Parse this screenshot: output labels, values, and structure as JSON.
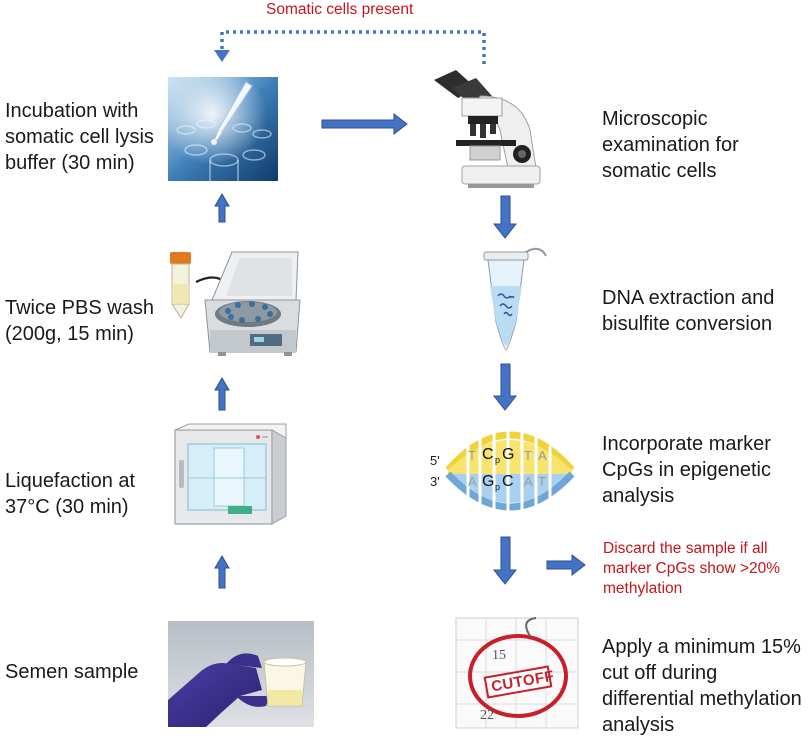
{
  "feedback_label": "Somatic cells present",
  "steps": {
    "incubation": "Incubation with\nsomatic cell lysis\nbuffer (30 min)",
    "pbs_wash": "Twice PBS wash\n(200g, 15 min)",
    "liquefaction": "Liquefaction at\n37°C (30 min)",
    "semen": "Semen sample",
    "microscopic": "Microscopic\nexamination for\nsomatic cells",
    "dna": "DNA extraction and\nbisulfite conversion",
    "cpg": "Incorporate marker\nCpGs in epigenetic\nanalysis",
    "discard": "Discard the sample if all\nmarker CpGs show >20%\nmethylation",
    "cutoff": "Apply a minimum 15%\ncut off during\ndifferential methylation\nanalysis"
  },
  "dna_strand": {
    "five_prime": "5'",
    "three_prime": "3'",
    "top_letters": [
      "T",
      "C",
      "p",
      "G",
      "T",
      "A"
    ],
    "bottom_letters": [
      "A",
      "G",
      "p",
      "C",
      "A",
      "T"
    ]
  },
  "calendar": {
    "day_15": "15",
    "day_22": "22",
    "stamp": "CUTOFF"
  },
  "colors": {
    "arrow": "#4472c4",
    "arrow_dark": "#2f4f8f",
    "red_text": "#c4161c"
  }
}
